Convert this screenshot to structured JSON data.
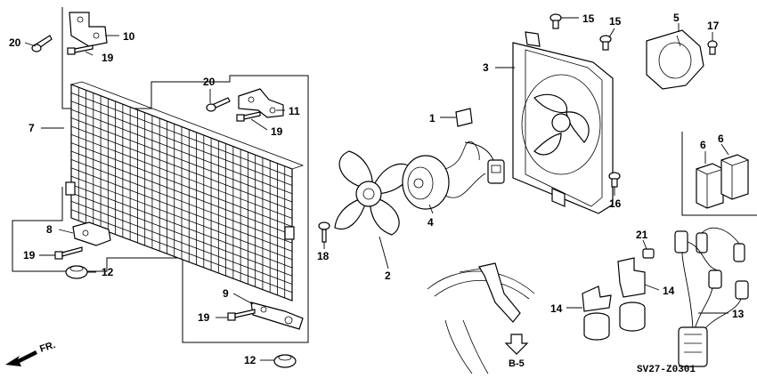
{
  "diagram": {
    "drawing_code": "SV27-Z0301",
    "section_ref": "B-5",
    "direction_label": "FR.",
    "callouts": [
      {
        "id": "c20a",
        "text": "20"
      },
      {
        "id": "c10",
        "text": "10"
      },
      {
        "id": "c19a",
        "text": "19"
      },
      {
        "id": "c7",
        "text": "7"
      },
      {
        "id": "c20b",
        "text": "20"
      },
      {
        "id": "c11",
        "text": "11"
      },
      {
        "id": "c19b",
        "text": "19"
      },
      {
        "id": "c8",
        "text": "8"
      },
      {
        "id": "c19c",
        "text": "19"
      },
      {
        "id": "c12a",
        "text": "12"
      },
      {
        "id": "c9",
        "text": "9"
      },
      {
        "id": "c19d",
        "text": "19"
      },
      {
        "id": "c12b",
        "text": "12"
      },
      {
        "id": "c1",
        "text": "1"
      },
      {
        "id": "c4",
        "text": "4"
      },
      {
        "id": "c2",
        "text": "2"
      },
      {
        "id": "c18",
        "text": "18"
      },
      {
        "id": "c3",
        "text": "3"
      },
      {
        "id": "c15a",
        "text": "15"
      },
      {
        "id": "c15b",
        "text": "15"
      },
      {
        "id": "c5",
        "text": "5"
      },
      {
        "id": "c17",
        "text": "17"
      },
      {
        "id": "c16",
        "text": "16"
      },
      {
        "id": "c6a",
        "text": "6"
      },
      {
        "id": "c6b",
        "text": "6"
      },
      {
        "id": "c21",
        "text": "21"
      },
      {
        "id": "c14a",
        "text": "14"
      },
      {
        "id": "c14b",
        "text": "14"
      },
      {
        "id": "c13",
        "text": "13"
      }
    ]
  }
}
